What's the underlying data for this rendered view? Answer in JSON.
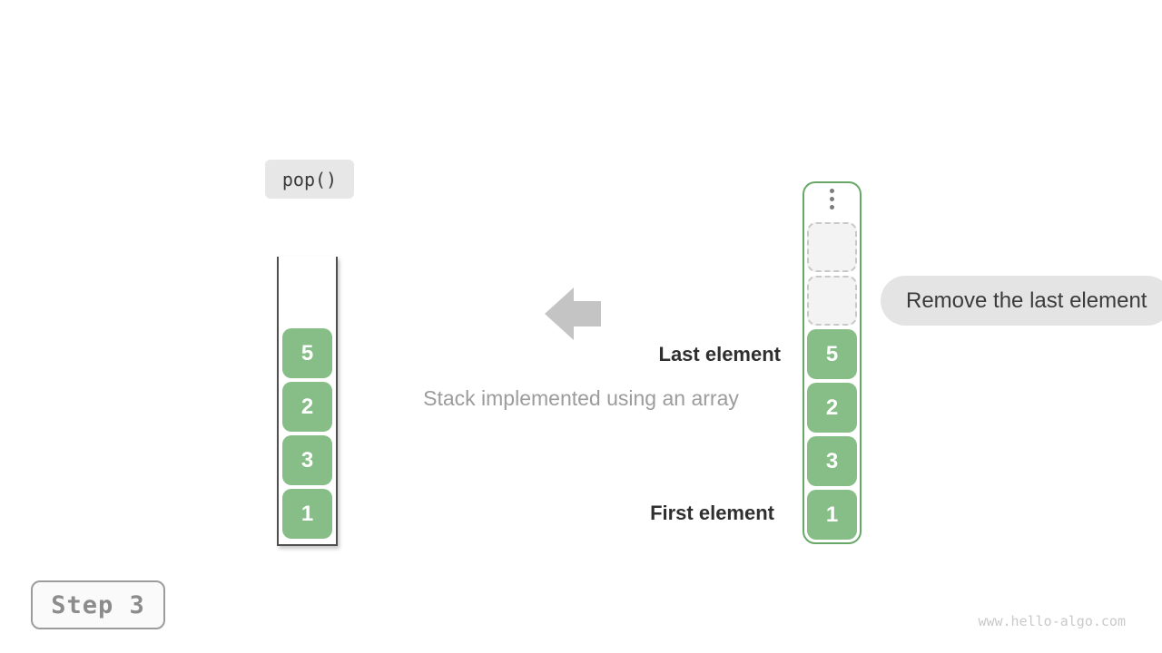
{
  "diagram": {
    "operation_label": "pop()",
    "caption": "Stack implemented using an array",
    "callout": "Remove the last element",
    "last_element_label": "Last element",
    "first_element_label": "First element",
    "step_label": "Step 3",
    "watermark": "www.hello-algo.com"
  },
  "left_stack": {
    "values_top_to_bottom": [
      "5",
      "2",
      "3",
      "1"
    ]
  },
  "right_stack": {
    "ellipsis_icon": "vertical-ellipsis-icon",
    "empty_slot_count": 2,
    "values_top_to_bottom": [
      "5",
      "2",
      "3",
      "1"
    ]
  },
  "colors": {
    "cell_green": "#87bd87",
    "frame_green": "#67a867",
    "frame_dark": "#4f4f4f",
    "arrow_gray": "#c4c4c4",
    "callout_bg": "#e4e4e4",
    "operation_bg": "#e7e7e7",
    "empty_slot_bg": "#f3f3f3",
    "empty_slot_border": "#c9c9c9",
    "dark_text": "#2f2f2f",
    "caption_text": "#9c9c9c",
    "step_text": "#8c8c8c",
    "watermark_text": "#c9c9c9"
  }
}
